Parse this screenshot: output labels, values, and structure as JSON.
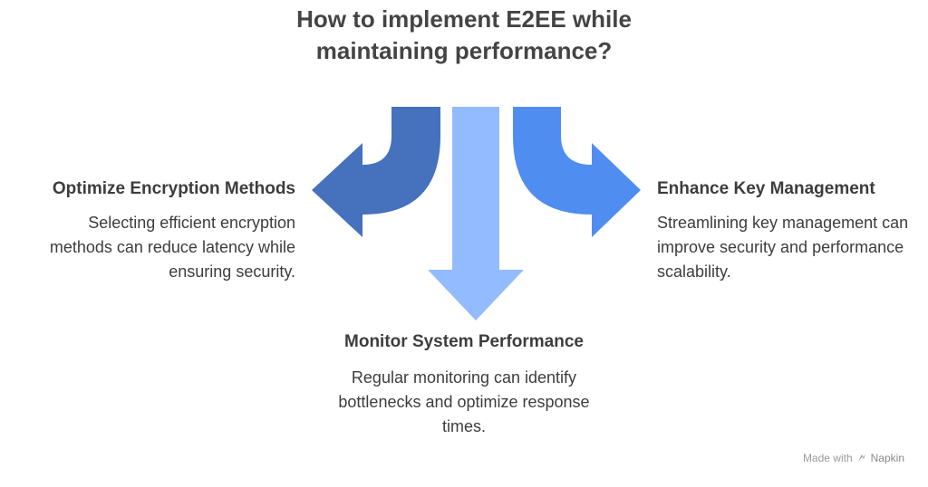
{
  "title": "How to implement E2EE while maintaining performance?",
  "branches": {
    "left": {
      "title": "Optimize Encryption Methods",
      "description": "Selecting efficient encryption methods can reduce latency while ensuring security."
    },
    "center": {
      "title": "Monitor System Performance",
      "description": "Regular monitoring can identify bottlenecks and optimize response times."
    },
    "right": {
      "title": "Enhance Key Management",
      "description": "Streamlining key management can improve security and performance scalability."
    }
  },
  "colors": {
    "left_arrow": "#4571bd",
    "center_arrow": "#93bbff",
    "right_arrow": "#4f8df0",
    "text": "#3d3d3d"
  },
  "watermark": {
    "prefix": "Made with",
    "brand": "Napkin",
    "icon": "napkin-logo-icon"
  }
}
